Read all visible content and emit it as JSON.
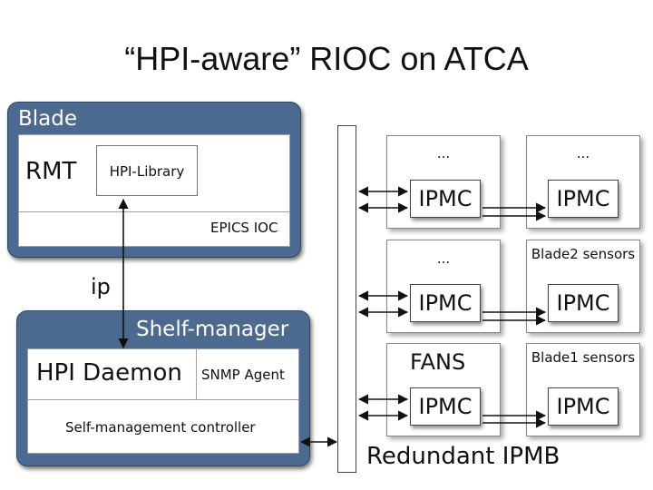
{
  "title": "“HPI-aware” RIOC on ATCA",
  "blade": {
    "label": "Blade",
    "rmt": "RMT",
    "hpi_library": "HPI-Library",
    "epics_ioc": "EPICS IOC"
  },
  "link_label": "ip",
  "shelf_manager": {
    "label": "Shelf-manager",
    "hpi_daemon": "HPI Daemon",
    "snmp_agent": "SNMP Agent",
    "self_management_controller": "Self-management controller"
  },
  "bus_label": "Redundant IPMB",
  "boards": {
    "row1_left_label": "...",
    "row1_right_label": "...",
    "row2_left_label": "...",
    "row2_right_label": "Blade2 sensors",
    "row3_left_label": "FANS",
    "row3_right_label": "Blade1 sensors",
    "ipmc_label": "IPMC"
  },
  "colors": {
    "panel_fill": "#4c6a8f",
    "panel_border": "#2f4765"
  }
}
